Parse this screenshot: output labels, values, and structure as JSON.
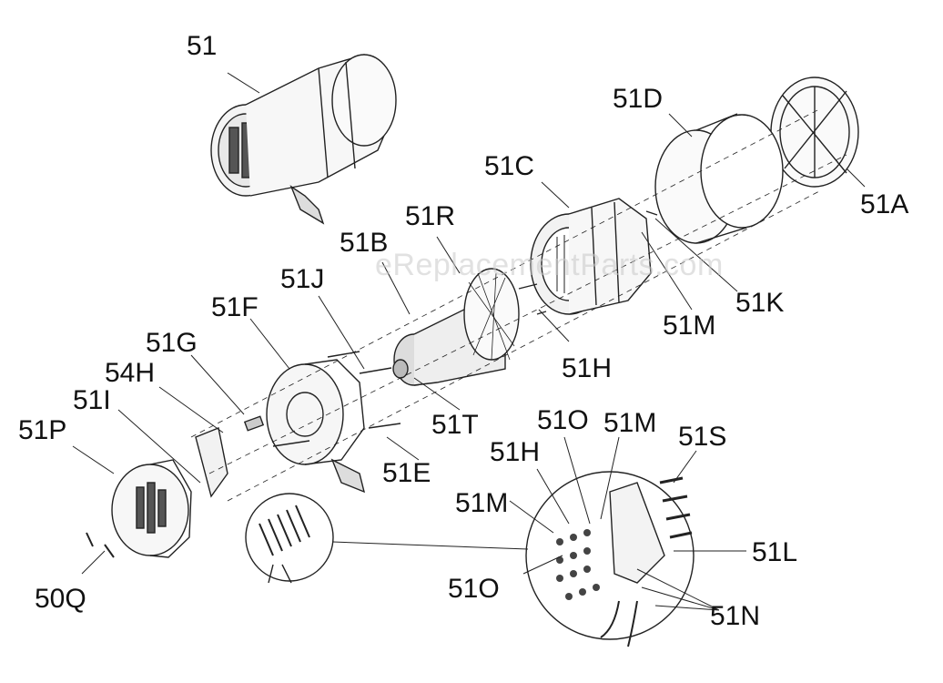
{
  "watermark": "eReplacementParts.com",
  "callouts": {
    "c51": "51",
    "c51D": "51D",
    "c51A": "51A",
    "c51C": "51C",
    "c51R": "51R",
    "c51B": "51B",
    "c51J": "51J",
    "c51F": "51F",
    "c51G": "51G",
    "c54H": "54H",
    "c51I": "51I",
    "c51P": "51P",
    "c51K": "51K",
    "c51M_top": "51M",
    "c51H_top": "51H",
    "c51T": "51T",
    "c51E": "51E",
    "c51O_top": "51O",
    "c51M_mid": "51M",
    "c51S": "51S",
    "c51H_mid": "51H",
    "c51M_left": "51M",
    "c51L": "51L",
    "c51O_bottom": "51O",
    "c51N": "51N",
    "c50Q": "50Q"
  }
}
